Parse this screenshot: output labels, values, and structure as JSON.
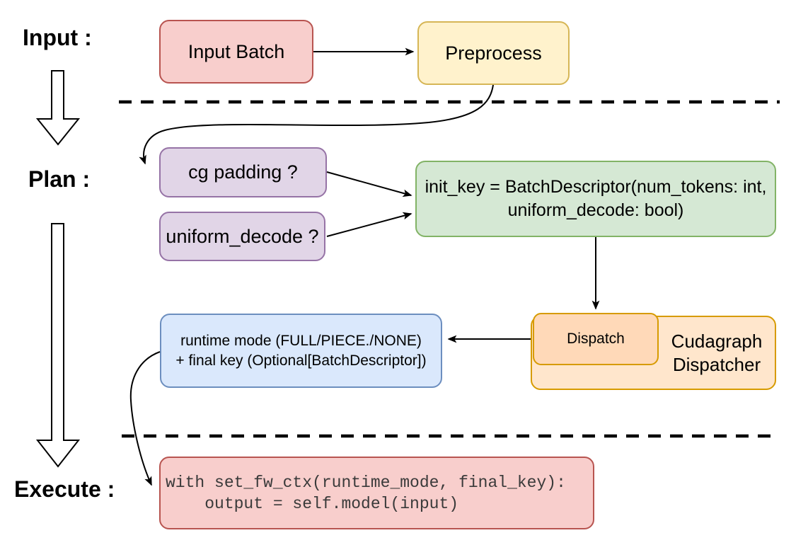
{
  "diagram": {
    "description": "Cudagraph dispatching flow diagram with three stages separated by dashed lines",
    "background": "#ffffff"
  },
  "stages": {
    "input": {
      "label": "Input :"
    },
    "plan": {
      "label": "Plan :"
    },
    "execute": {
      "label": "Execute :"
    }
  },
  "nodes": {
    "input_batch": {
      "label": "Input Batch",
      "fill": "#f8cecc",
      "stroke": "#b85450"
    },
    "preprocess": {
      "label": "Preprocess",
      "fill": "#fff2cc",
      "stroke": "#d6b656"
    },
    "cg_padding": {
      "label": "cg padding ?",
      "fill": "#e1d5e7",
      "stroke": "#9673a6"
    },
    "uniform_decode": {
      "label": "uniform_decode ?",
      "fill": "#e1d5e7",
      "stroke": "#9673a6"
    },
    "init_key": {
      "line1": "init_key = BatchDescriptor(num_tokens: int,",
      "line2": "uniform_decode: bool)",
      "fill": "#d5e8d4",
      "stroke": "#82b366"
    },
    "dispatch": {
      "label": "Dispatch",
      "fill": "#ffd9b8",
      "stroke": "#d79b00"
    },
    "cudagraph_dispatcher": {
      "line1": "Cudagraph",
      "line2": "Dispatcher",
      "fill": "#ffe6cc",
      "stroke": "#d79b00"
    },
    "runtime_mode": {
      "line1": "runtime mode (FULL/PIECE./NONE)",
      "line2": "+ final key (Optional[BatchDescriptor])",
      "fill": "#dae8fc",
      "stroke": "#6c8ebf"
    },
    "execute_code": {
      "line1": "with set_fw_ctx(runtime_mode, final_key):",
      "line2": "    output = self.model(input)",
      "fill": "#f8cecc",
      "stroke": "#b85450"
    }
  },
  "edges": [
    {
      "from": "input_batch",
      "to": "preprocess",
      "style": "straight-arrow"
    },
    {
      "from": "preprocess",
      "to": "cg_padding",
      "style": "curved-arrow"
    },
    {
      "from": "cg_padding",
      "to": "init_key",
      "style": "straight-arrow"
    },
    {
      "from": "uniform_decode",
      "to": "init_key",
      "style": "straight-arrow"
    },
    {
      "from": "init_key",
      "to": "dispatch",
      "style": "straight-arrow"
    },
    {
      "from": "dispatch",
      "to": "runtime_mode",
      "style": "straight-arrow"
    },
    {
      "from": "runtime_mode",
      "to": "execute_code",
      "style": "curved-arrow"
    }
  ],
  "flow_arrows": [
    {
      "from": "input",
      "to": "plan",
      "style": "hollow-block-arrow"
    },
    {
      "from": "plan",
      "to": "execute",
      "style": "hollow-block-arrow"
    }
  ],
  "separators": [
    {
      "between": "input / plan",
      "style": "dashed"
    },
    {
      "between": "plan / execute",
      "style": "dashed"
    }
  ],
  "palette": {
    "red_fill": "#f8cecc",
    "red_stroke": "#b85450",
    "yellow_fill": "#fff2cc",
    "yellow_stroke": "#d6b656",
    "purple_fill": "#e1d5e7",
    "purple_stroke": "#9673a6",
    "green_fill": "#d5e8d4",
    "green_stroke": "#82b366",
    "blue_fill": "#dae8fc",
    "blue_stroke": "#6c8ebf",
    "orange_fill": "#ffe6cc",
    "orange_deep_fill": "#ffd9b8",
    "orange_stroke": "#d79b00",
    "line_color": "#000000",
    "code_text": "#3a3a3a"
  }
}
